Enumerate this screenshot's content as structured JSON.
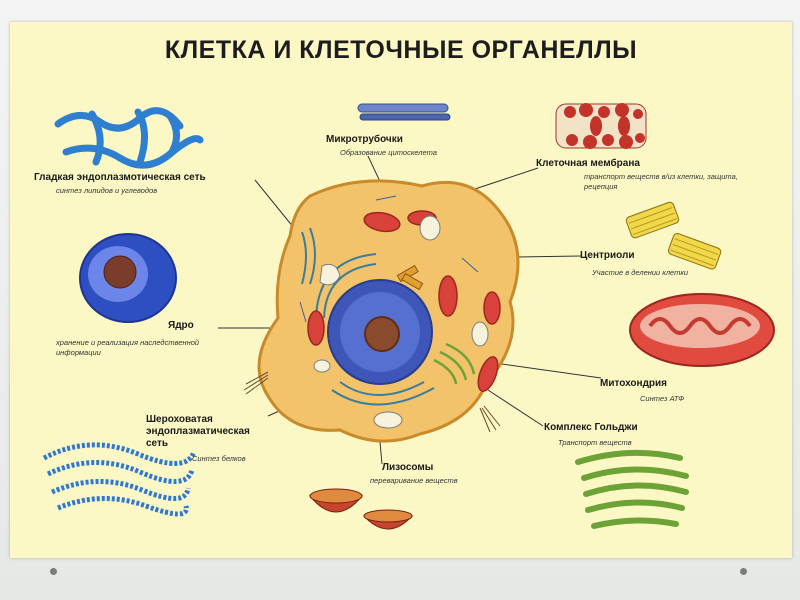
{
  "title": "КЛЕТКА И КЛЕТОЧНЫЕ ОРГАНЕЛЛЫ",
  "labels": {
    "microtubules": {
      "name": "Микротрубочки",
      "desc": "Образование цитоскелета"
    },
    "membrane": {
      "name": "Клеточная мембрана",
      "desc": "транспорт веществ в/из клетки, защита, рецепция"
    },
    "smooth_er": {
      "name": "Гладкая эндоплазмотическая сеть",
      "desc": "синтез липидов и углеводов"
    },
    "centrioles": {
      "name": "Центриоли",
      "desc": "Участие в делении клетки"
    },
    "nucleus": {
      "name": "Ядро",
      "desc": "хранение и реализация наследственной информации"
    },
    "mitochondria": {
      "name": "Митохондрия",
      "desc": "Синтез АТФ"
    },
    "rough_er": {
      "name": "Шероховатая эндоплазматическая сеть",
      "desc": "Синтез белков"
    },
    "golgi": {
      "name": "Комплекс Гольджи",
      "desc": "Транспорт веществ"
    },
    "lysosomes": {
      "name": "Лизосомы",
      "desc": "переваривание веществ"
    }
  },
  "colors": {
    "poster_bg": "#fbf8c5",
    "cell_fill": "#f2c36a",
    "nucleus": "#3d56b8",
    "mitochondria": "#d9423a",
    "er_blue": "#2f7fd0",
    "golgi_green": "#6da336"
  }
}
